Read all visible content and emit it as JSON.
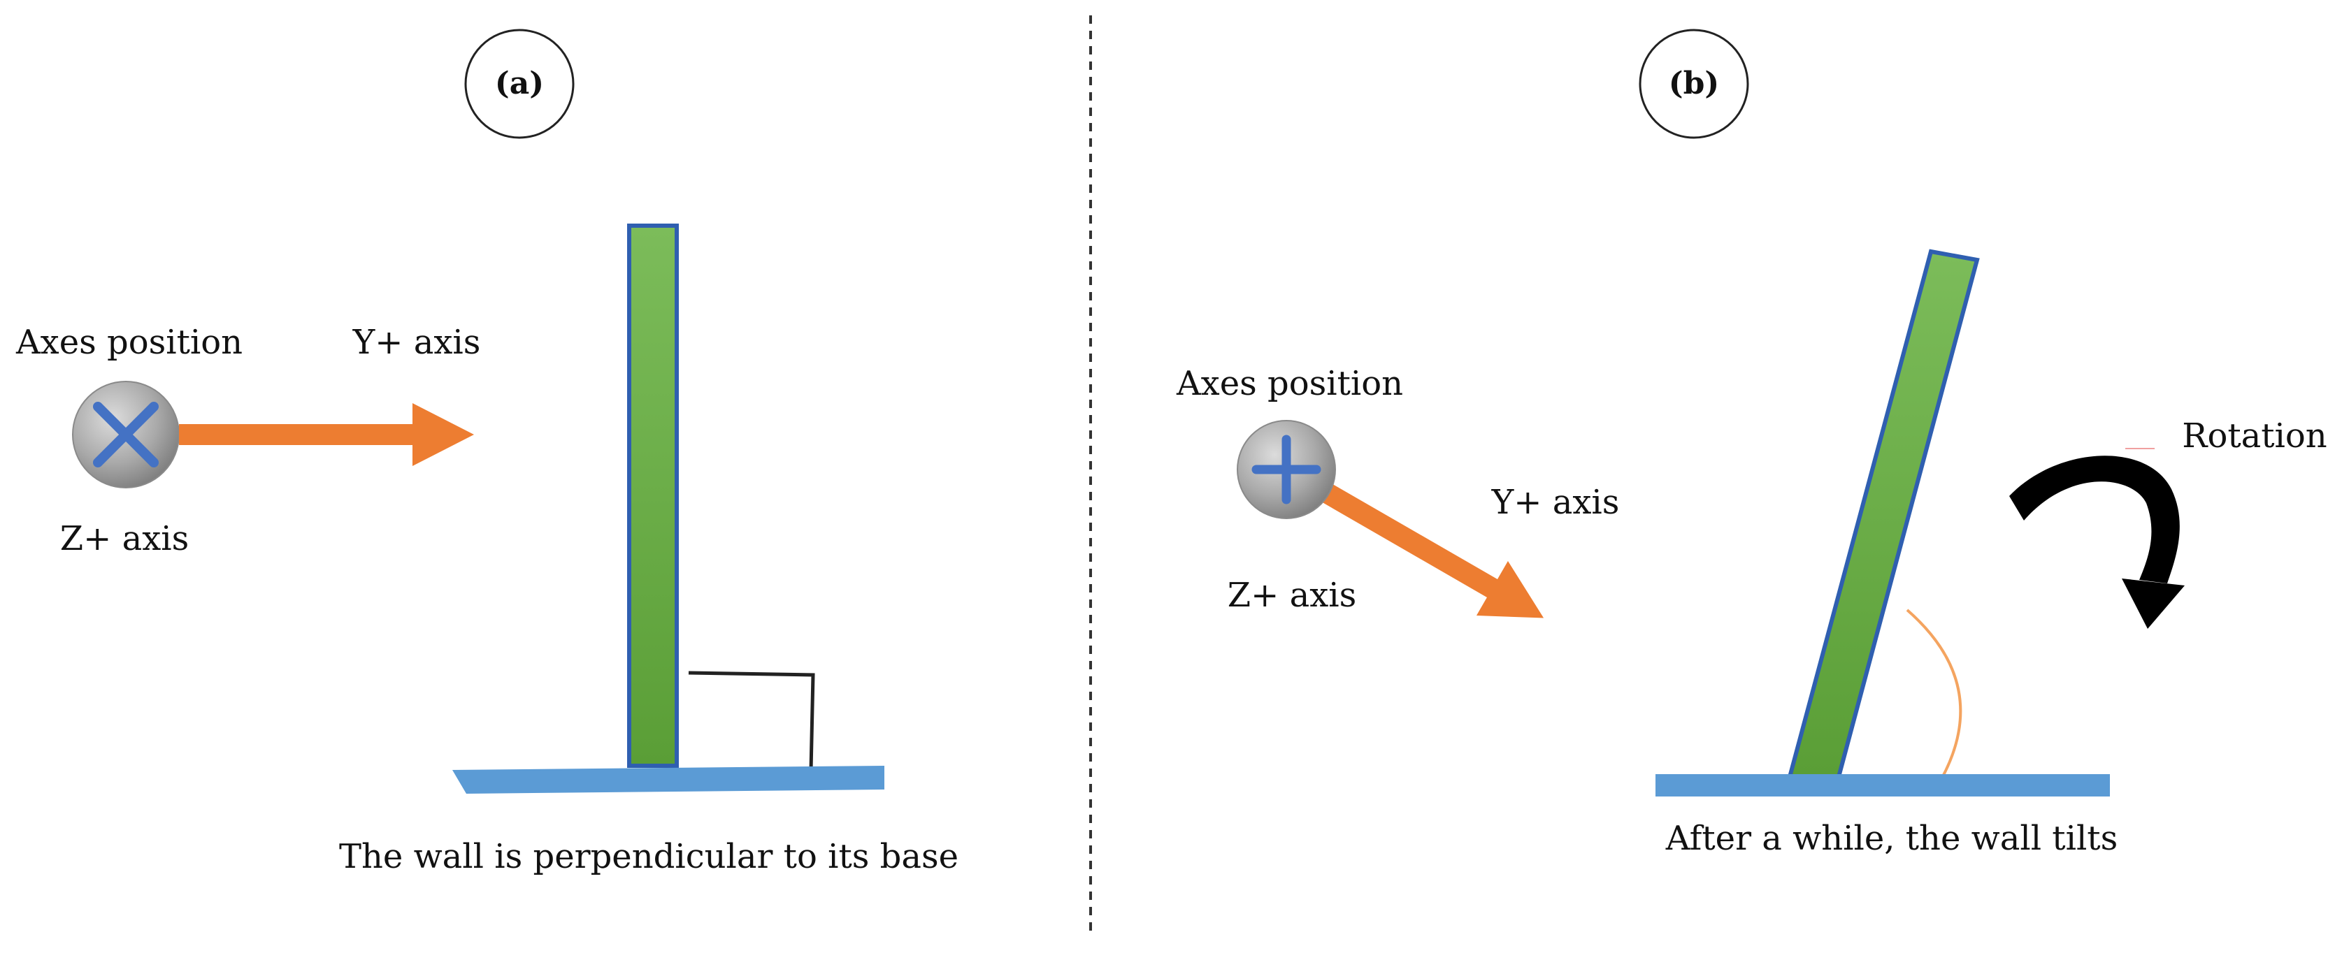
{
  "panel_a": {
    "marker": "(a)",
    "axes_position_label": "Axes position",
    "y_axis_label": "Y+ axis",
    "z_axis_label": "Z+ axis",
    "caption": "The wall is perpendicular to its base"
  },
  "panel_b": {
    "marker": "(b)",
    "axes_position_label": "Axes position",
    "y_axis_label": "Y+ axis",
    "z_axis_label": "Z+ axis",
    "rotation_label": "Rotation",
    "caption": "After a while, the wall tilts"
  },
  "colors": {
    "wall_fill_top": "#7cbc5a",
    "wall_fill_bottom": "#5a9e36",
    "wall_border": "#2f5fb0",
    "base": "#5b9bd5",
    "arrow": "#ed7d31",
    "axes_cross": "#4472c4",
    "angle_arc": "#f4a460"
  },
  "icons": {
    "axes_marker_a": "axes-cross-icon",
    "axes_marker_b": "axes-cross-icon",
    "rotation": "curved-arrow-icon"
  }
}
